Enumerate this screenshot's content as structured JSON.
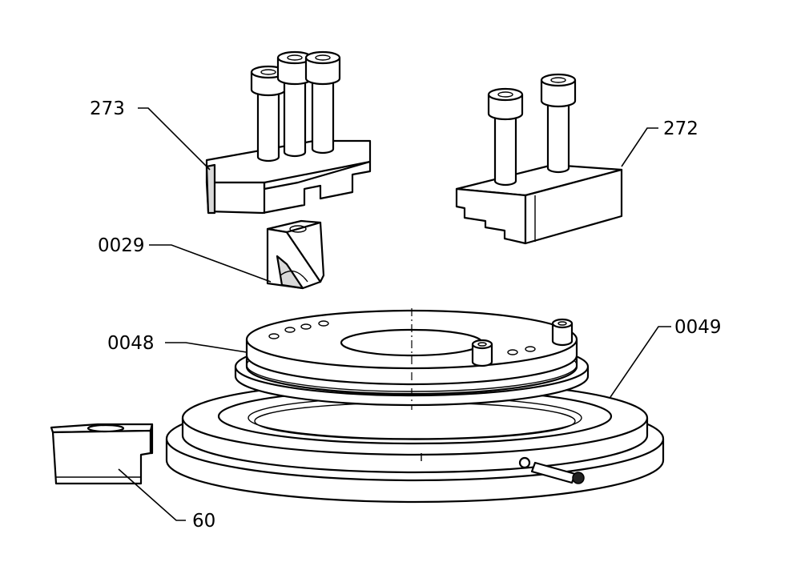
{
  "labels": {
    "part_273": "273",
    "part_272": "272",
    "part_0029": "0029",
    "part_0048": "0048",
    "part_0049": "0049",
    "part_60": "60"
  }
}
